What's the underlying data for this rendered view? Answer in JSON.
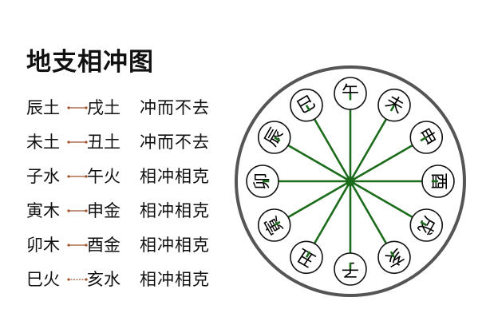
{
  "title": "地支相冲图",
  "clashes": [
    {
      "left": "辰土",
      "right": "戌土",
      "relation": "冲而不去"
    },
    {
      "left": "未土",
      "right": "丑土",
      "relation": "冲而不去"
    },
    {
      "left": "子水",
      "right": "午火",
      "relation": "相冲相克"
    },
    {
      "left": "寅木",
      "right": "申金",
      "relation": "相冲相克"
    },
    {
      "left": "卯木",
      "right": "酉金",
      "relation": "相冲相克"
    },
    {
      "left": "巳火",
      "right": "亥水",
      "relation": "相冲相克"
    }
  ],
  "wheel": {
    "branches": [
      {
        "char": "午",
        "angle_deg": 0
      },
      {
        "char": "未",
        "angle_deg": 30
      },
      {
        "char": "申",
        "angle_deg": 60
      },
      {
        "char": "酉",
        "angle_deg": 90
      },
      {
        "char": "戌",
        "angle_deg": 120
      },
      {
        "char": "亥",
        "angle_deg": 150
      },
      {
        "char": "子",
        "angle_deg": 180
      },
      {
        "char": "丑",
        "angle_deg": 210
      },
      {
        "char": "寅",
        "angle_deg": 240
      },
      {
        "char": "卯",
        "angle_deg": 270
      },
      {
        "char": "辰",
        "angle_deg": 300
      },
      {
        "char": "巳",
        "angle_deg": 330
      }
    ],
    "line_color": "#1a6b1a",
    "ring_color": "#555555",
    "connector_color": "#a0522d"
  }
}
